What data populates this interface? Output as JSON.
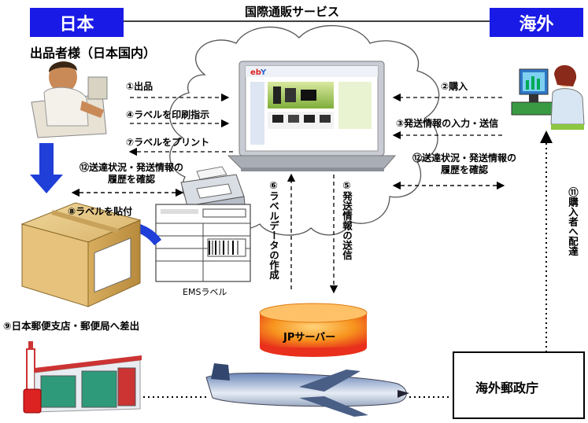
{
  "header": {
    "japan": "日本",
    "overseas": "海外",
    "service": "国際通販サービス"
  },
  "seller": "出品者様（日本国内）",
  "steps": {
    "s1": "①出品",
    "s2": "②購入",
    "s3": "③発送情報の入力・送信",
    "s4": "④ラベルを印刷指示",
    "s5": "⑤発送情報の送信",
    "s6": "⑥ラベルデータの作成",
    "s7": "⑦ラベルをプリント",
    "s8": "⑧ラベルを貼付",
    "s9": "⑨日本郵便支店・郵便局へ差出",
    "s11": "⑪購入者へ配達",
    "s12_left_1": "⑫送達状況・発送情報の",
    "s12_left_2": "履歴を確認",
    "s12_right_1": "⑫送達状況・発送情報の",
    "s12_right_2": "履歴を確認"
  },
  "ems_label": "EMSラベル",
  "server": "JPサーバー",
  "overseas_post": "海外郵政庁",
  "colors": {
    "header_blue": "#1a1ae6",
    "arrow_blue": "#1f3fd8",
    "server_red": "#e8301c",
    "server_orange": "#f7941d"
  }
}
